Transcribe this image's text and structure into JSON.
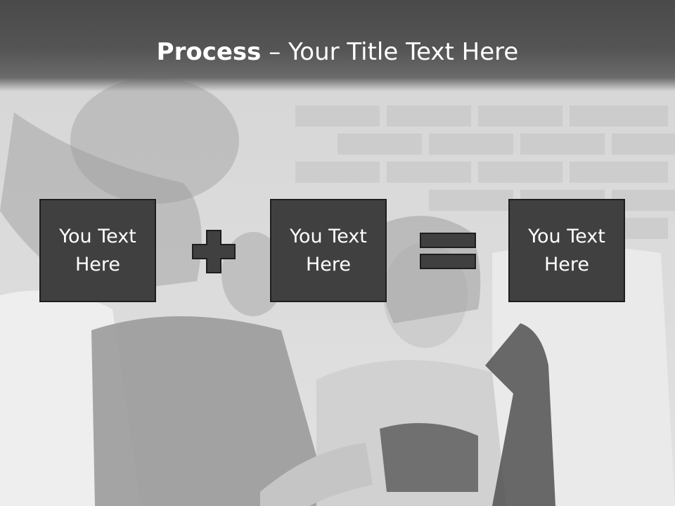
{
  "slide": {
    "title_bold": "Process",
    "title_separator": " – ",
    "title_rest": "Your Title Text Here"
  },
  "process_steps": [
    {
      "text": "You Text Here"
    },
    {
      "text": "You Text Here"
    },
    {
      "text": "You Text Here"
    }
  ],
  "operators": [
    "plus-icon",
    "equals-icon"
  ],
  "colors": {
    "title_bar": "#555555",
    "box_fill": "#404040",
    "box_border": "#1e1e1e",
    "text": "#ffffff"
  }
}
